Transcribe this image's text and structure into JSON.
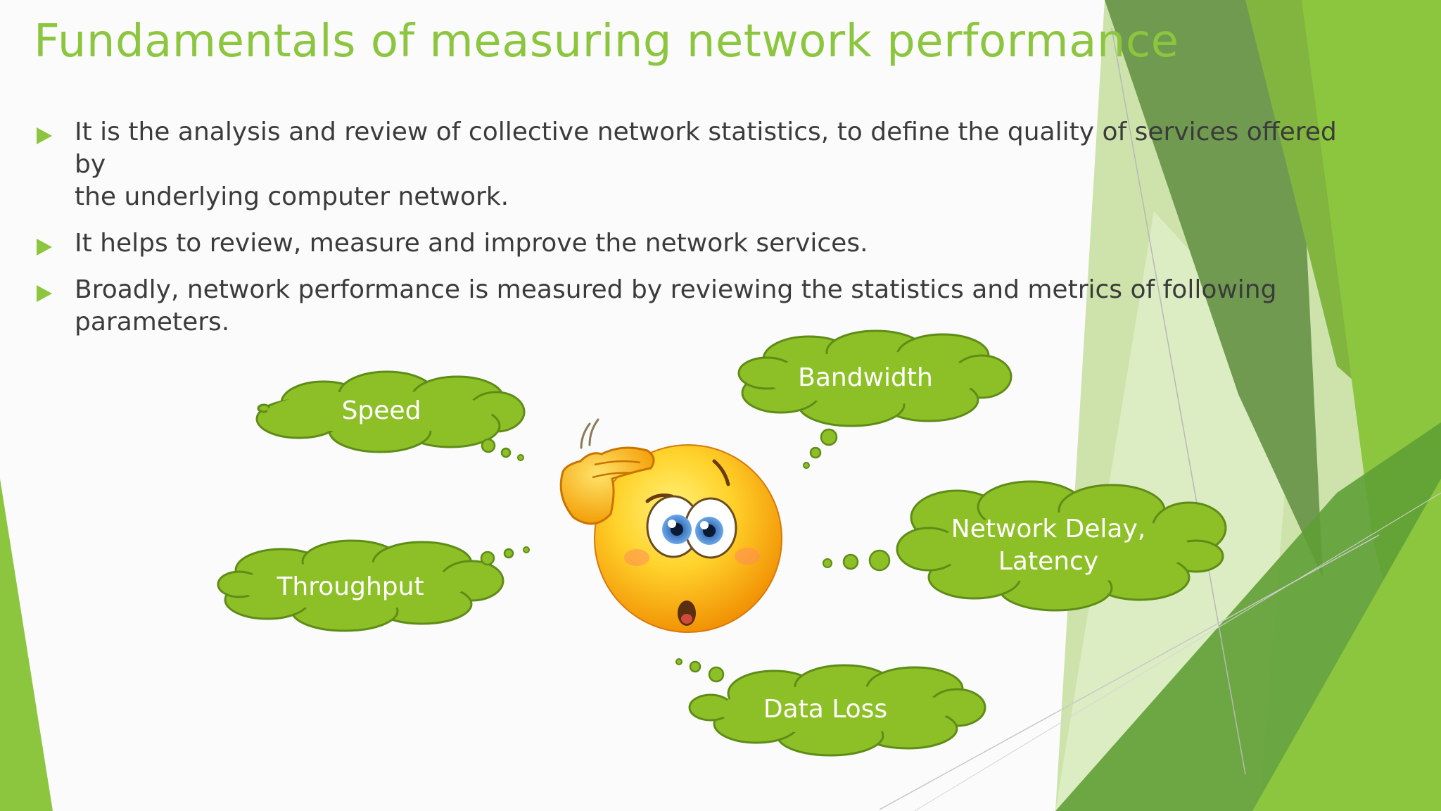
{
  "slide": {
    "title": "Fundamentals of measuring network performance",
    "bullets": [
      {
        "line1": "It is the analysis and review of collective network statistics, to define the quality of services offered by",
        "line2": "the underlying computer network."
      },
      {
        "line1": "It helps to review, measure and improve the network services.",
        "line2": ""
      },
      {
        "line1": "Broadly, network performance is measured by reviewing the statistics and metrics of following",
        "line2": "parameters."
      }
    ]
  },
  "clouds": {
    "speed": "Speed",
    "bandwidth": "Bandwidth",
    "throughput": "Throughput",
    "delay_line1": "Network Delay,",
    "delay_line2": "Latency",
    "data_loss": "Data Loss"
  },
  "colors": {
    "accent": "#8cc63f",
    "cloud_fill": "#8dc026",
    "cloud_outline": "#5e8c17",
    "text": "#3b3b3b"
  },
  "icons": {
    "bullet": "triangle-right",
    "character": "confused-emoji"
  }
}
